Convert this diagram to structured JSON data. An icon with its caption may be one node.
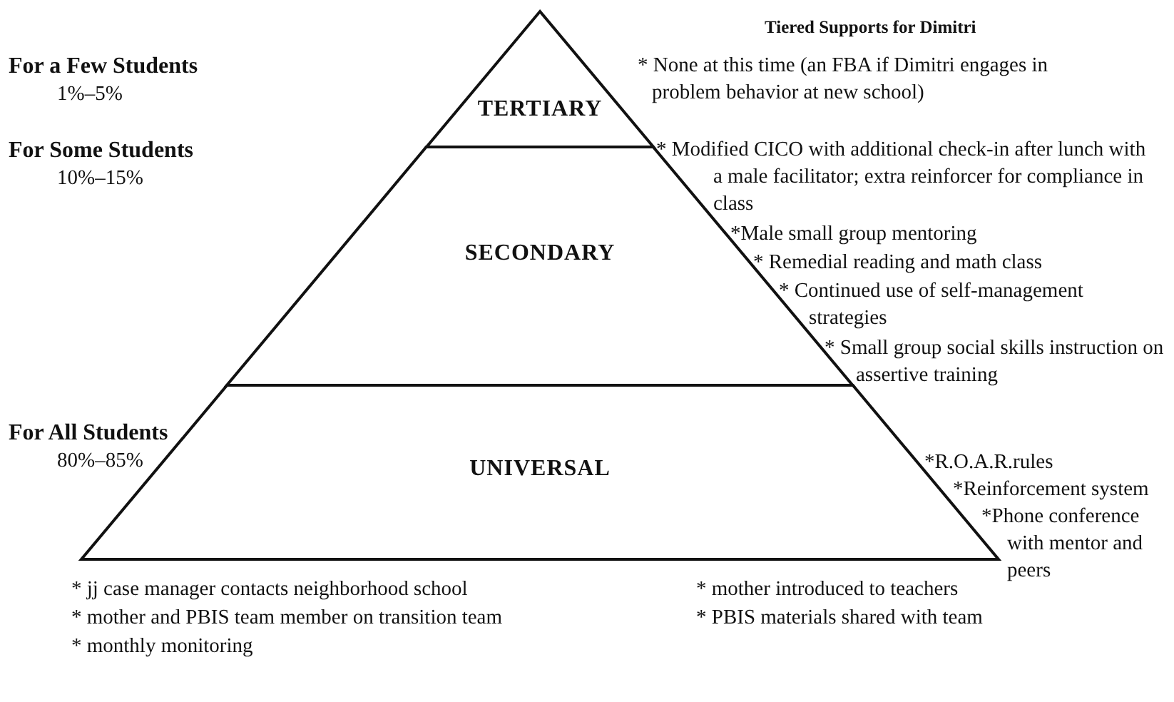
{
  "diagram": {
    "title": "Tiered Supports for Dimitri",
    "nodes": [
      {
        "text": [
          "TERTIARY"
        ]
      },
      {
        "text": [
          "SECONDARY"
        ]
      },
      {
        "text": [
          "UNIVERSAL"
        ]
      }
    ],
    "edges": [],
    "labels": [
      "For a Few Students",
      "1%–5%",
      "* None at this time (an FBA if Dimitri engages in problem behavior at new school)",
      "For Some Students",
      "10%–15%",
      "* Modified CICO with additional check-in after lunch with a male facilitator; extra reinforcer for compliance in class",
      "*Male small group mentoring",
      "* Remedial reading and math class",
      "* Continued use of self-management strategies",
      "* Small group social skills instruction on assertive training",
      "For All Students",
      "80%–85%",
      "*R.O.A.R.rules",
      "*Reinforcement system",
      "*Phone conference with mentor and peers",
      "* jj case manager contacts neighborhood school",
      "* mother introduced to teachers",
      "* mother and PBIS team member on transition team",
      "* PBIS materials shared with team",
      "* monthly monitoring"
    ]
  }
}
